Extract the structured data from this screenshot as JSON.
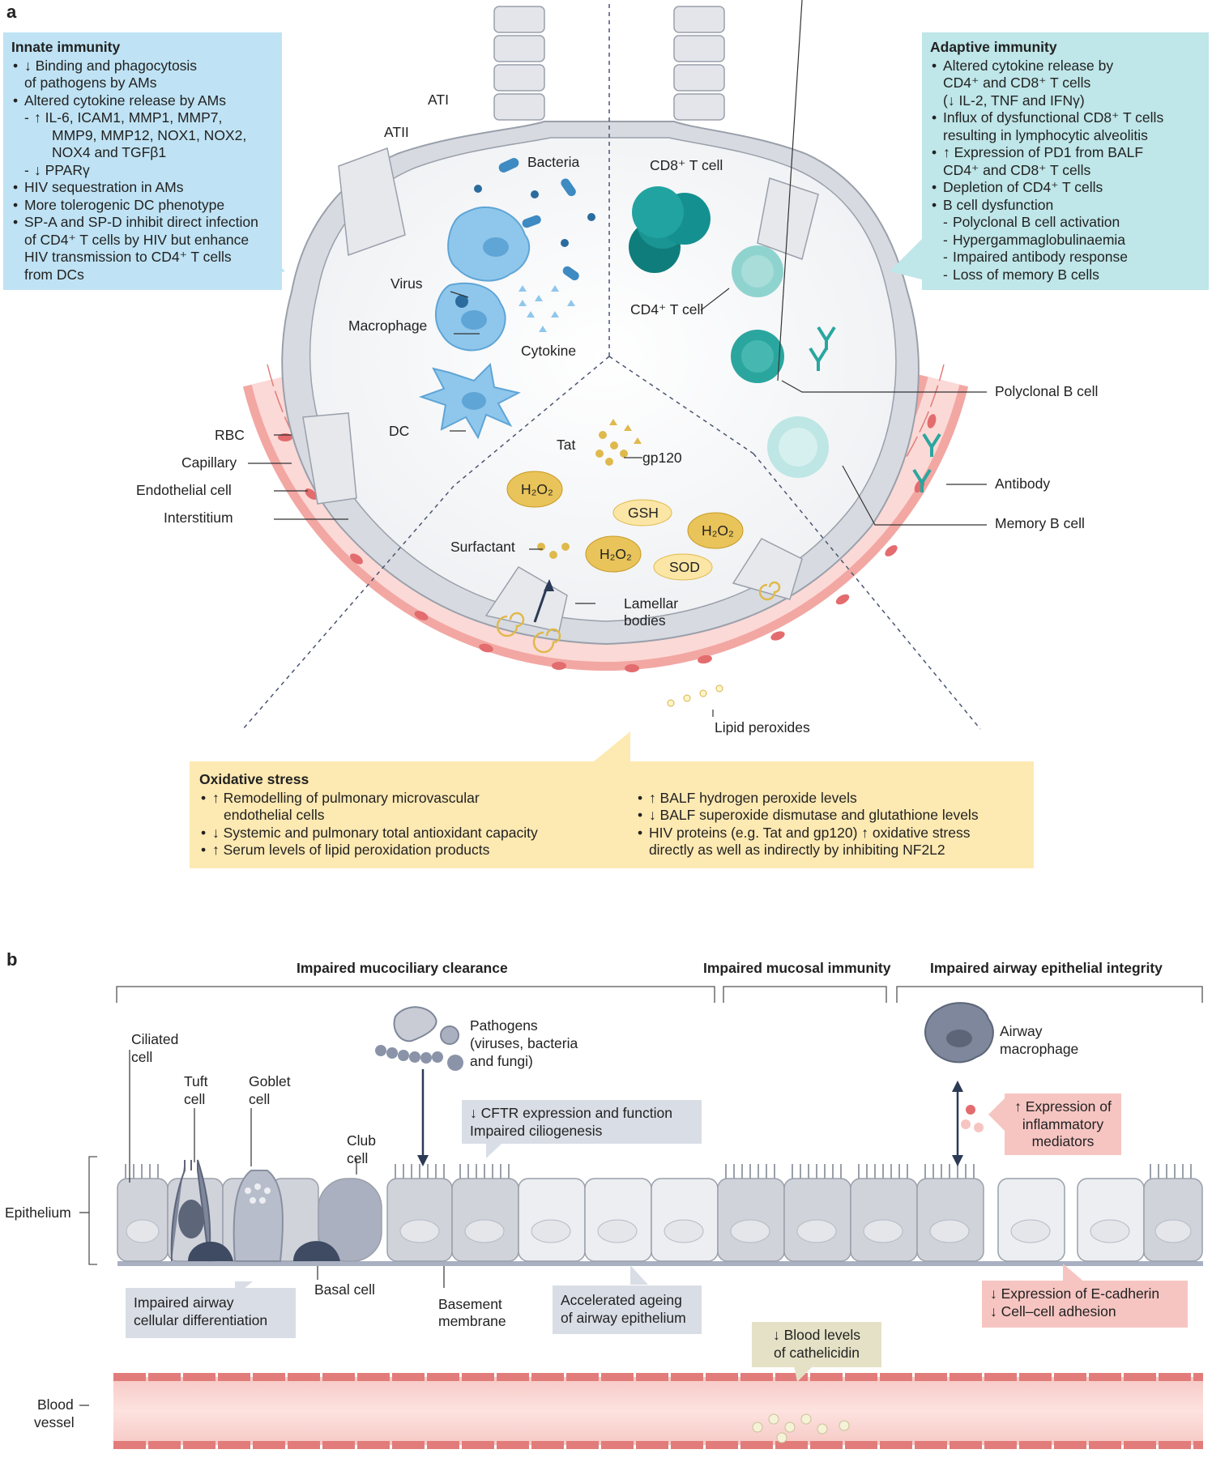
{
  "panel_a": {
    "letter": "a",
    "innate": {
      "title": "Innate immunity",
      "items": [
        "↓ Binding and phagocytosis",
        "of pathogens by AMs",
        "Altered cytokine release by AMs",
        "↑ IL-6, ICAM1, MMP1, MMP7,",
        "MMP9, MMP12, NOX1, NOX2,",
        "NOX4 and TGFβ1",
        "↓ PPARγ",
        "HIV sequestration in AMs",
        "More tolerogenic DC phenotype",
        "SP-A and SP-D inhibit direct infection",
        "of CD4⁺ T cells by HIV but enhance",
        "HIV transmission to CD4⁺ T cells",
        "from DCs"
      ]
    },
    "adaptive": {
      "title": "Adaptive immunity",
      "items": [
        "Altered cytokine release by",
        "CD4⁺ and CD8⁺ T cells",
        "(↓ IL-2, TNF and IFNγ)",
        "Influx of dysfunctional CD8⁺ T cells",
        "resulting in lymphocytic alveolitis",
        "↑ Expression of PD1 from BALF",
        "CD4⁺ and CD8⁺ T cells",
        "Depletion of CD4⁺ T cells",
        "B cell dysfunction",
        "Polyclonal B cell activation",
        "Hypergammaglobulinaemia",
        "Impaired antibody response",
        "Loss of memory B cells"
      ]
    },
    "oxidative": {
      "title": "Oxidative stress",
      "left": [
        "↑ Remodelling of pulmonary microvascular",
        "endothelial cells",
        "↓ Systemic and pulmonary total antioxidant capacity",
        "↑ Serum levels of lipid peroxidation products"
      ],
      "right": [
        "↑ BALF hydrogen peroxide levels",
        "↓ BALF superoxide dismutase and glutathione levels",
        "HIV proteins (e.g. Tat and gp120) ↑ oxidative stress",
        "directly as well as indirectly by inhibiting NF2L2"
      ]
    },
    "labels": {
      "ati": "ATI",
      "atii": "ATII",
      "bacteria": "Bacteria",
      "virus": "Virus",
      "macrophage": "Macrophage",
      "cytokine": "Cytokine",
      "dc": "DC",
      "rbc": "RBC",
      "capillary": "Capillary",
      "endothelial": "Endothelial cell",
      "interstitium": "Interstitium",
      "cd8": "CD8⁺ T cell",
      "cd4": "CD4⁺ T cell",
      "polyclonal": "Polyclonal B cell",
      "antibody": "Antibody",
      "memory": "Memory B cell",
      "tat": "Tat",
      "gp120": "gp120",
      "h2o2": "H₂O₂",
      "gsh": "GSH",
      "sod": "SOD",
      "surfactant": "Surfactant",
      "lamellar_1": "Lamellar",
      "lamellar_2": "bodies",
      "lipid": "Lipid peroxides"
    }
  },
  "panel_b": {
    "letter": "b",
    "headers": {
      "mucociliary": "Impaired mucociliary clearance",
      "mucosal": "Impaired mucosal immunity",
      "integrity": "Impaired airway epithelial integrity"
    },
    "labels": {
      "ciliated_1": "Ciliated",
      "ciliated_2": "cell",
      "tuft_1": "Tuft",
      "tuft_2": "cell",
      "goblet_1": "Goblet",
      "goblet_2": "cell",
      "club_1": "Club",
      "club_2": "cell",
      "basal": "Basal cell",
      "basement_1": "Basement",
      "basement_2": "membrane",
      "pathogens_1": "Pathogens",
      "pathogens_2": "(viruses, bacteria",
      "pathogens_3": "and fungi)",
      "airway_mac_1": "Airway",
      "airway_mac_2": "macrophage",
      "epithelium": "Epithelium",
      "blood_1": "Blood",
      "blood_2": "vessel"
    },
    "callouts": {
      "cftr_1": "↓ CFTR expression and function",
      "cftr_2": "Impaired ciliogenesis",
      "inflam_1": "↑ Expression of",
      "inflam_2": "inflammatory",
      "inflam_3": "mediators",
      "diff_1": "Impaired airway",
      "diff_2": "cellular differentiation",
      "ageing_1": "Accelerated ageing",
      "ageing_2": "of airway epithelium",
      "ecad_1": "↓ Expression of E-cadherin",
      "ecad_2": "↓ Cell–cell adhesion",
      "cath_1": "↓ Blood levels",
      "cath_2": "of cathelicidin"
    }
  },
  "colors": {
    "innate_box": "#bfe3f4",
    "adaptive_box": "#bfe6e8",
    "oxidative_box": "#fde9b2",
    "vessel": "#f4b8b4",
    "epithelium": "#c9ccd4"
  }
}
